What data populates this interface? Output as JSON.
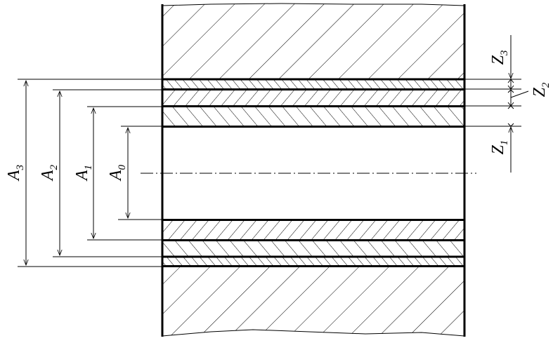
{
  "labels": {
    "A3": {
      "letter": "A",
      "index": "3"
    },
    "A2": {
      "letter": "A",
      "index": "2"
    },
    "A1": {
      "letter": "A",
      "index": "1"
    },
    "A0": {
      "letter": "A",
      "index": "0"
    },
    "Z3": {
      "letter": "Z",
      "index": "3"
    },
    "Z2": {
      "letter": "Z",
      "index": "2"
    },
    "Z1": {
      "letter": "Z",
      "index": "1"
    }
  },
  "colors": {
    "line": "#000000",
    "background": "#ffffff"
  }
}
